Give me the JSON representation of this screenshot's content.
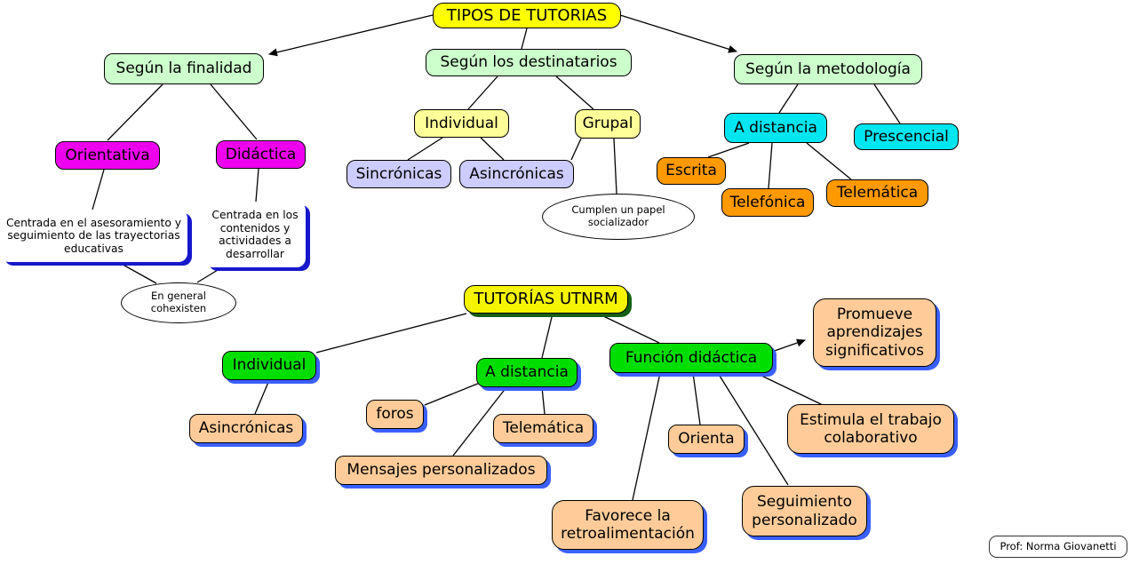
{
  "nodes": {
    "tipos": {
      "label": "TIPOS DE TUTORIAS"
    },
    "finalidad": {
      "label": "Según la finalidad"
    },
    "destinatarios": {
      "label": "Según los destinatarios"
    },
    "metodologia": {
      "label": "Según la metodología"
    },
    "orientativa": {
      "label": "Orientativa"
    },
    "didactica": {
      "label": "Didáctica"
    },
    "centrada_asesoramiento": {
      "label": "Centrada en el asesoramiento y seguimiento de las trayectorias educativas"
    },
    "centrada_contenidos": {
      "label": "Centrada en los contenidos y actividades a desarrollar"
    },
    "cohexisten": {
      "label": "En general cohexisten"
    },
    "individual_destinatarios": {
      "label": "Individual"
    },
    "grupal": {
      "label": "Grupal"
    },
    "sincronicas": {
      "label": "Sincrónicas"
    },
    "asincronicas_destinatarios": {
      "label": "Asincrónicas"
    },
    "socializador": {
      "label": "Cumplen un papel socializador"
    },
    "a_distancia_metodologia": {
      "label": "A distancia"
    },
    "prescencial": {
      "label": "Prescencial"
    },
    "escrita": {
      "label": "Escrita"
    },
    "telefonica": {
      "label": "Telefónica"
    },
    "telematica_metodologia": {
      "label": "Telemática"
    },
    "utnrm": {
      "label": "TUTORÍAS UTNRM"
    },
    "individual_utnrm": {
      "label": "Individual"
    },
    "a_distancia_utnrm": {
      "label": "A distancia"
    },
    "funcion_didactica": {
      "label": "Función didáctica"
    },
    "asincronicas_utnrm": {
      "label": "Asincrónicas"
    },
    "foros": {
      "label": "foros"
    },
    "telematica_utnrm": {
      "label": "Telemática"
    },
    "mensajes": {
      "label": "Mensajes personalizados"
    },
    "promueve": {
      "label": "Promueve aprendizajes significativos"
    },
    "orienta": {
      "label": "Orienta"
    },
    "estimula": {
      "label": "Estimula el trabajo colaborativo"
    },
    "favorece": {
      "label": "Favorece la retroalimentación"
    },
    "seguimiento": {
      "label": "Seguimiento personalizado"
    }
  },
  "credit": {
    "label": "Prof: Norma Giovanetti"
  },
  "edges": [
    {
      "from": "tipos",
      "to": "destinatarios",
      "arrow": false
    },
    {
      "from": "tipos",
      "to": "finalidad",
      "arrow": true
    },
    {
      "from": "tipos",
      "to": "metodologia",
      "arrow": true
    },
    {
      "from": "finalidad",
      "to": "orientativa",
      "arrow": false
    },
    {
      "from": "finalidad",
      "to": "didactica",
      "arrow": false
    },
    {
      "from": "orientativa",
      "to": "centrada_asesoramiento",
      "arrow": false
    },
    {
      "from": "didactica",
      "to": "centrada_contenidos",
      "arrow": false
    },
    {
      "from": "centrada_asesoramiento",
      "to": "cohexisten",
      "arrow": false
    },
    {
      "from": "centrada_contenidos",
      "to": "cohexisten",
      "arrow": false
    },
    {
      "from": "destinatarios",
      "to": "individual_destinatarios",
      "arrow": false
    },
    {
      "from": "destinatarios",
      "to": "grupal",
      "arrow": false
    },
    {
      "from": "individual_destinatarios",
      "to": "sincronicas",
      "arrow": false
    },
    {
      "from": "individual_destinatarios",
      "to": "asincronicas_destinatarios",
      "arrow": false
    },
    {
      "from": "grupal",
      "to": "asincronicas_destinatarios",
      "arrow": false
    },
    {
      "from": "grupal",
      "to": "socializador",
      "arrow": false
    },
    {
      "from": "metodologia",
      "to": "a_distancia_metodologia",
      "arrow": false
    },
    {
      "from": "metodologia",
      "to": "prescencial",
      "arrow": false
    },
    {
      "from": "a_distancia_metodologia",
      "to": "escrita",
      "arrow": false
    },
    {
      "from": "a_distancia_metodologia",
      "to": "telefonica",
      "arrow": false
    },
    {
      "from": "a_distancia_metodologia",
      "to": "telematica_metodologia",
      "arrow": false
    },
    {
      "from": "utnrm",
      "to": "individual_utnrm",
      "arrow": false
    },
    {
      "from": "utnrm",
      "to": "a_distancia_utnrm",
      "arrow": false
    },
    {
      "from": "utnrm",
      "to": "funcion_didactica",
      "arrow": false
    },
    {
      "from": "individual_utnrm",
      "to": "asincronicas_utnrm",
      "arrow": false
    },
    {
      "from": "a_distancia_utnrm",
      "to": "foros",
      "arrow": false
    },
    {
      "from": "a_distancia_utnrm",
      "to": "telematica_utnrm",
      "arrow": false
    },
    {
      "from": "a_distancia_utnrm",
      "to": "mensajes",
      "arrow": false
    },
    {
      "from": "funcion_didactica",
      "to": "promueve",
      "arrow": true
    },
    {
      "from": "funcion_didactica",
      "to": "orienta",
      "arrow": false
    },
    {
      "from": "funcion_didactica",
      "to": "estimula",
      "arrow": false
    },
    {
      "from": "funcion_didactica",
      "to": "favorece",
      "arrow": false
    },
    {
      "from": "funcion_didactica",
      "to": "seguimiento",
      "arrow": false
    }
  ],
  "colors": {
    "background": "#FFFFFF",
    "root_yellow": "#FFFF00",
    "category_green": "#CCFFCC",
    "magenta": "#EE00EE",
    "pale_yellow": "#FFFF99",
    "lavender": "#CCCCFF",
    "cyan": "#00E6F0",
    "orange": "#FF9900",
    "bright_green": "#00DE00",
    "peach": "#FFCC99",
    "shadow_blue": "#3A5FFF",
    "callout_shadow_blue": "#1717CC",
    "utnrm_shadow_green": "#156015",
    "line_black": "#000000"
  }
}
